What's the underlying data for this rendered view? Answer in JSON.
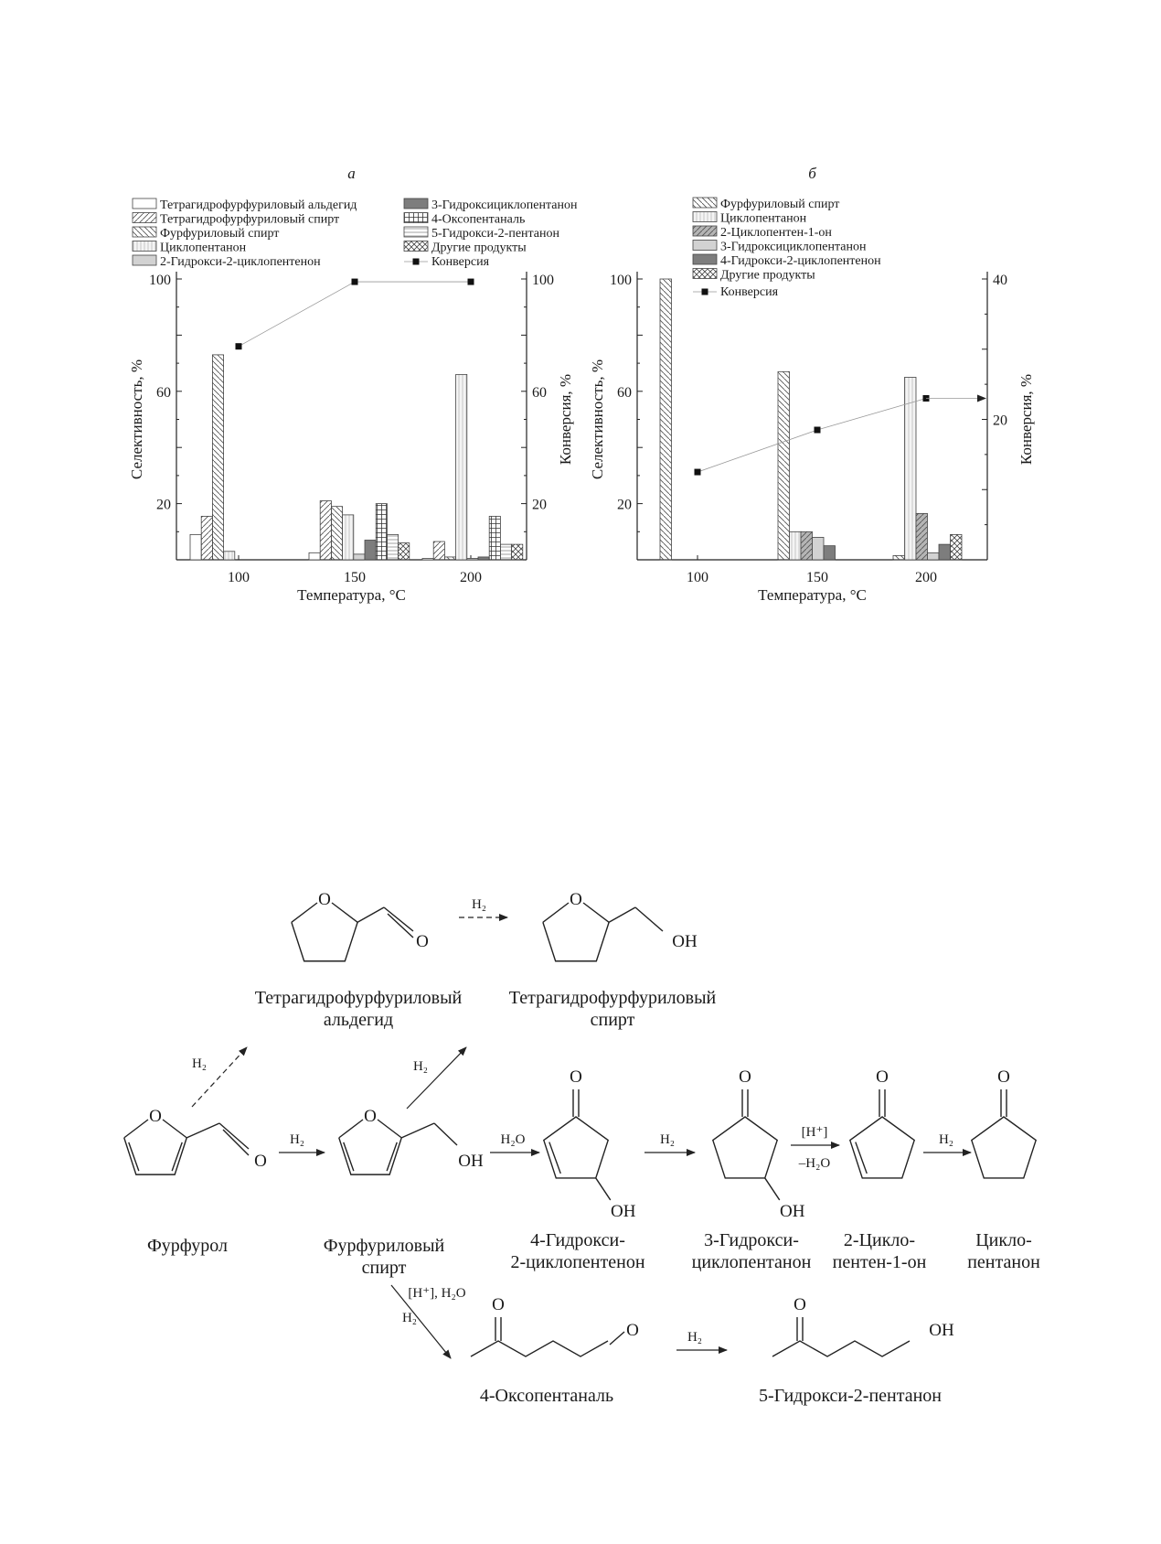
{
  "chart_data": [
    {
      "type": "bar",
      "panel_label": "а",
      "xlabel": "Температура, °C",
      "ylabel": "Селективность, %",
      "y2label": "Конверсия, %",
      "categories": [
        "100",
        "150",
        "200"
      ],
      "ylim": [
        0,
        100
      ],
      "y2lim": [
        0,
        100
      ],
      "yticks": [
        20,
        60,
        100
      ],
      "y2ticks": [
        20,
        60,
        100
      ],
      "series": [
        {
          "name": "Тетрагидрофурфуриловый альдегид",
          "pattern": "blank",
          "values": [
            9,
            2.5,
            0.5
          ]
        },
        {
          "name": "Тетрагидрофурфуриловый спирт",
          "pattern": "diag-right",
          "values": [
            15.5,
            21,
            6.5
          ]
        },
        {
          "name": "Фурфуриловый спирт",
          "pattern": "diag-left",
          "values": [
            73,
            19,
            1
          ]
        },
        {
          "name": "Циклопентанон",
          "pattern": "vlines",
          "values": [
            3,
            16,
            66
          ]
        },
        {
          "name": "2-Гидрокси-2-циклопентенон",
          "pattern": "light-gray",
          "values": [
            0,
            2,
            0.5
          ]
        },
        {
          "name": "3-Гидроксициклопентанон",
          "pattern": "dark-gray",
          "values": [
            0,
            7,
            1
          ]
        },
        {
          "name": "4-Оксопентаналь",
          "pattern": "grid",
          "values": [
            0,
            20,
            15.5
          ]
        },
        {
          "name": "5-Гидрокси-2-пентанон",
          "pattern": "hlines",
          "values": [
            0,
            9,
            5.5
          ]
        },
        {
          "name": "Другие продукты",
          "pattern": "crosshatch",
          "values": [
            0,
            6,
            5.5
          ]
        }
      ],
      "conversion": {
        "name": "Конверсия",
        "values": [
          76,
          99,
          99
        ]
      }
    },
    {
      "type": "bar",
      "panel_label": "б",
      "xlabel": "Температура, °C",
      "ylabel": "Селективность, %",
      "y2label": "Конверсия, %",
      "categories": [
        "100",
        "150",
        "200"
      ],
      "ylim": [
        0,
        100
      ],
      "y2lim": [
        0,
        40
      ],
      "yticks": [
        20,
        60,
        100
      ],
      "y2ticks": [
        20,
        40
      ],
      "series": [
        {
          "name": "Фурфуриловый спирт",
          "pattern": "diag-left",
          "values": [
            100,
            67,
            1.5
          ]
        },
        {
          "name": "Циклопентанон",
          "pattern": "vlines",
          "values": [
            0,
            10,
            65
          ]
        },
        {
          "name": "2-Циклопентен-1-он",
          "pattern": "gray-diag",
          "values": [
            0,
            10,
            16.5
          ]
        },
        {
          "name": "3-Гидроксициклопентанон",
          "pattern": "light-gray",
          "values": [
            0,
            8,
            2.5
          ]
        },
        {
          "name": "4-Гидрокси-2-циклопентенон",
          "pattern": "dark-gray",
          "values": [
            0,
            5,
            5.5
          ]
        },
        {
          "name": "Другие продукты",
          "pattern": "crosshatch",
          "values": [
            0,
            0,
            9
          ]
        }
      ],
      "conversion": {
        "name": "Конверсия",
        "values": [
          12.5,
          18.5,
          23
        ]
      }
    }
  ],
  "scheme": {
    "labels": {
      "thfa": [
        "Тетрагидрофурфуриловый",
        "альдегид"
      ],
      "thfalc": [
        "Тетрагидрофурфуриловый",
        "спирт"
      ],
      "furfural": "Фурфурол",
      "fa": [
        "Фурфуриловый",
        "спирт"
      ],
      "hcp": [
        "4-Гидрокси-",
        "2-циклопентенон"
      ],
      "hcpn": [
        "3-Гидрокси-",
        "циклопентанон"
      ],
      "cpe": [
        "2-Цикло-",
        "пентен-1-он"
      ],
      "cpn": [
        "Цикло-",
        "пентанон"
      ],
      "oxo": "4-Оксопентаналь",
      "hp": "5-Гидрокси-2-пентанон"
    },
    "reagents": {
      "h2": "H₂",
      "h2o": "H₂O",
      "acid": "[H⁺]",
      "minus_water": "–H₂O",
      "acid_water": "[H⁺], H₂O"
    },
    "atoms": {
      "o": "O",
      "oh": "OH"
    }
  }
}
